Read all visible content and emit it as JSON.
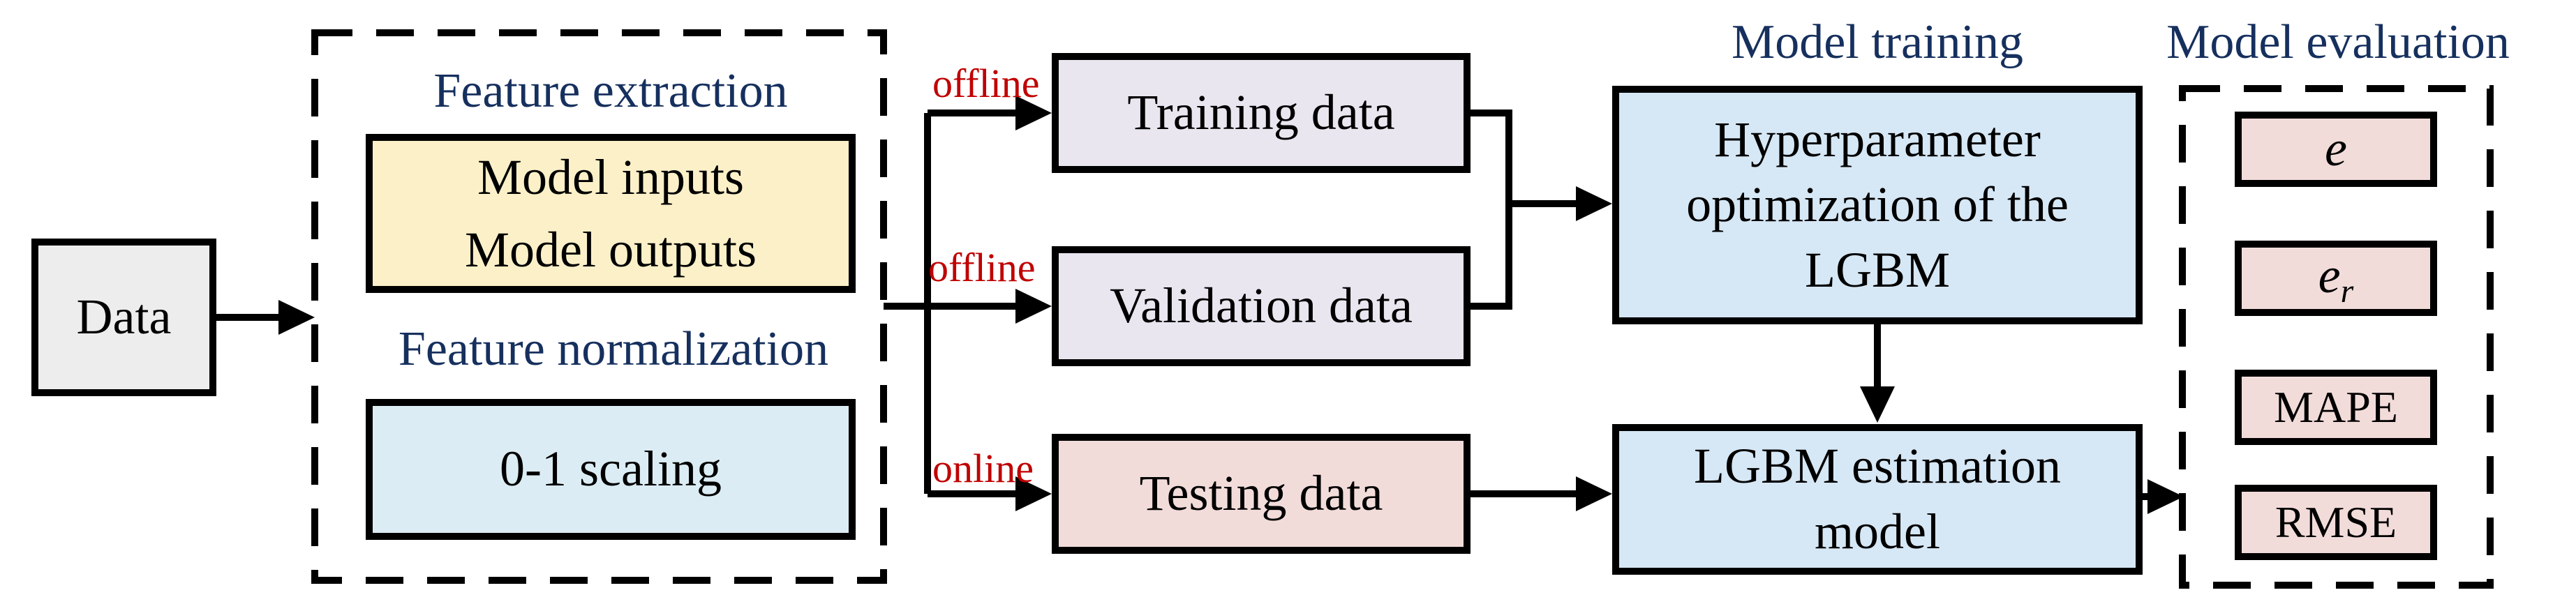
{
  "figure": {
    "type": "flowchart",
    "description": "LGBM model development pipeline: data, feature extraction, offline/online data splits, model training and model evaluation"
  },
  "colors": {
    "title_text": "#16305E",
    "mode_label_text": "#C00000",
    "line_color": "#000000",
    "data_box_fill": "#EDEDED",
    "model_io_fill": "#FBF0C8",
    "scaling_fill": "#DBECF4",
    "training_validation_fill": "#E9E6F0",
    "testing_fill": "#F2DCDA",
    "model_box_fill": "#D6E7F5",
    "metric_fill": "#F2DCDA"
  },
  "nodes": {
    "data": {
      "label": "Data"
    },
    "feature_extraction": {
      "title": "Feature extraction"
    },
    "model_io": {
      "lines": [
        "Model inputs",
        "Model outputs"
      ]
    },
    "feature_normalization": {
      "title": "Feature normalization"
    },
    "scaling": {
      "label": "0-1 scaling"
    },
    "training": {
      "label": "Training data"
    },
    "validation": {
      "label": "Validation data"
    },
    "testing": {
      "label": "Testing data"
    },
    "model_training": {
      "title": "Model training"
    },
    "hyperparameter": {
      "lines": [
        "Hyperparameter",
        "optimization of the",
        "LGBM"
      ]
    },
    "lgbm": {
      "lines": [
        "LGBM estimation",
        "model"
      ]
    },
    "model_evaluation": {
      "title": "Model evaluation"
    },
    "metrics": {
      "e": "e",
      "er_base": "e",
      "er_sub": "r",
      "mape": "MAPE",
      "rmse": "RMSE"
    }
  },
  "edge_labels": {
    "offline_training": "offline",
    "offline_validation": "offline",
    "online_testing": "online"
  }
}
